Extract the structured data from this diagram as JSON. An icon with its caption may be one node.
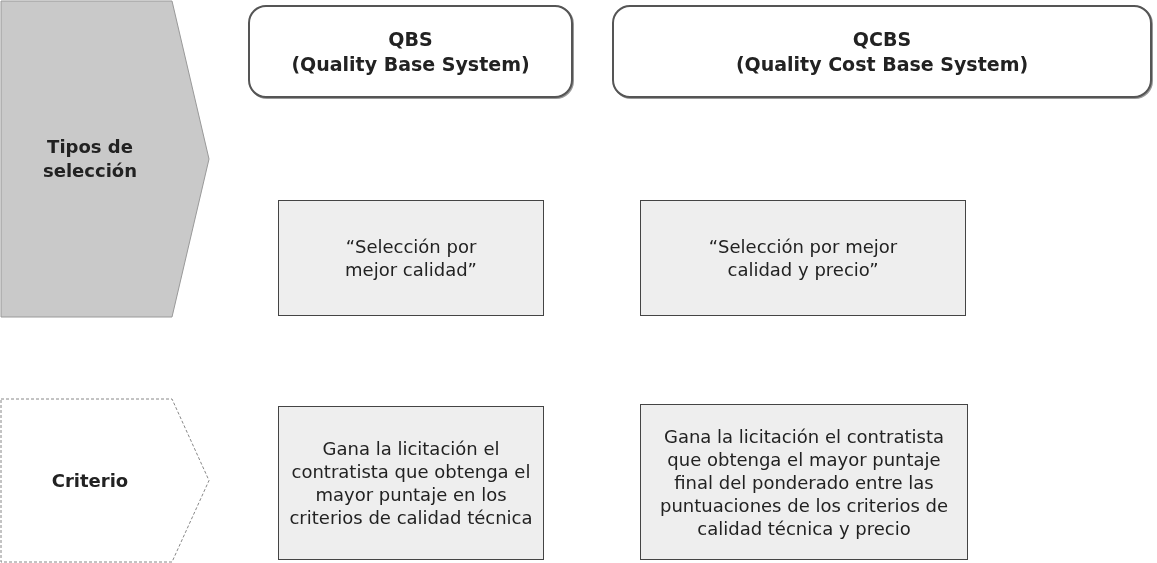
{
  "diagram": {
    "nodes": [
      {
        "text": [
          "Tipos de selección"
        ]
      },
      {
        "text": [
          "Criterio"
        ]
      },
      {
        "text": [
          "QBS",
          "(Quality Base System)"
        ]
      },
      {
        "text": [
          "QCBS",
          "(Quality Cost Base System)"
        ]
      },
      {
        "text": [
          "“Selección por mejor calidad”"
        ]
      },
      {
        "text": [
          "“Selección por mejor calidad y precio”"
        ]
      },
      {
        "text": [
          "Gana la licitación el contratista que obtenga el mayor puntaje en los criterios de calidad técnica"
        ]
      },
      {
        "text": [
          "Gana la licitación el contratista que obtenga el mayor puntaje final del ponderado entre las puntuaciones de los criterios de calidad técnica y precio"
        ]
      }
    ],
    "edges": []
  }
}
